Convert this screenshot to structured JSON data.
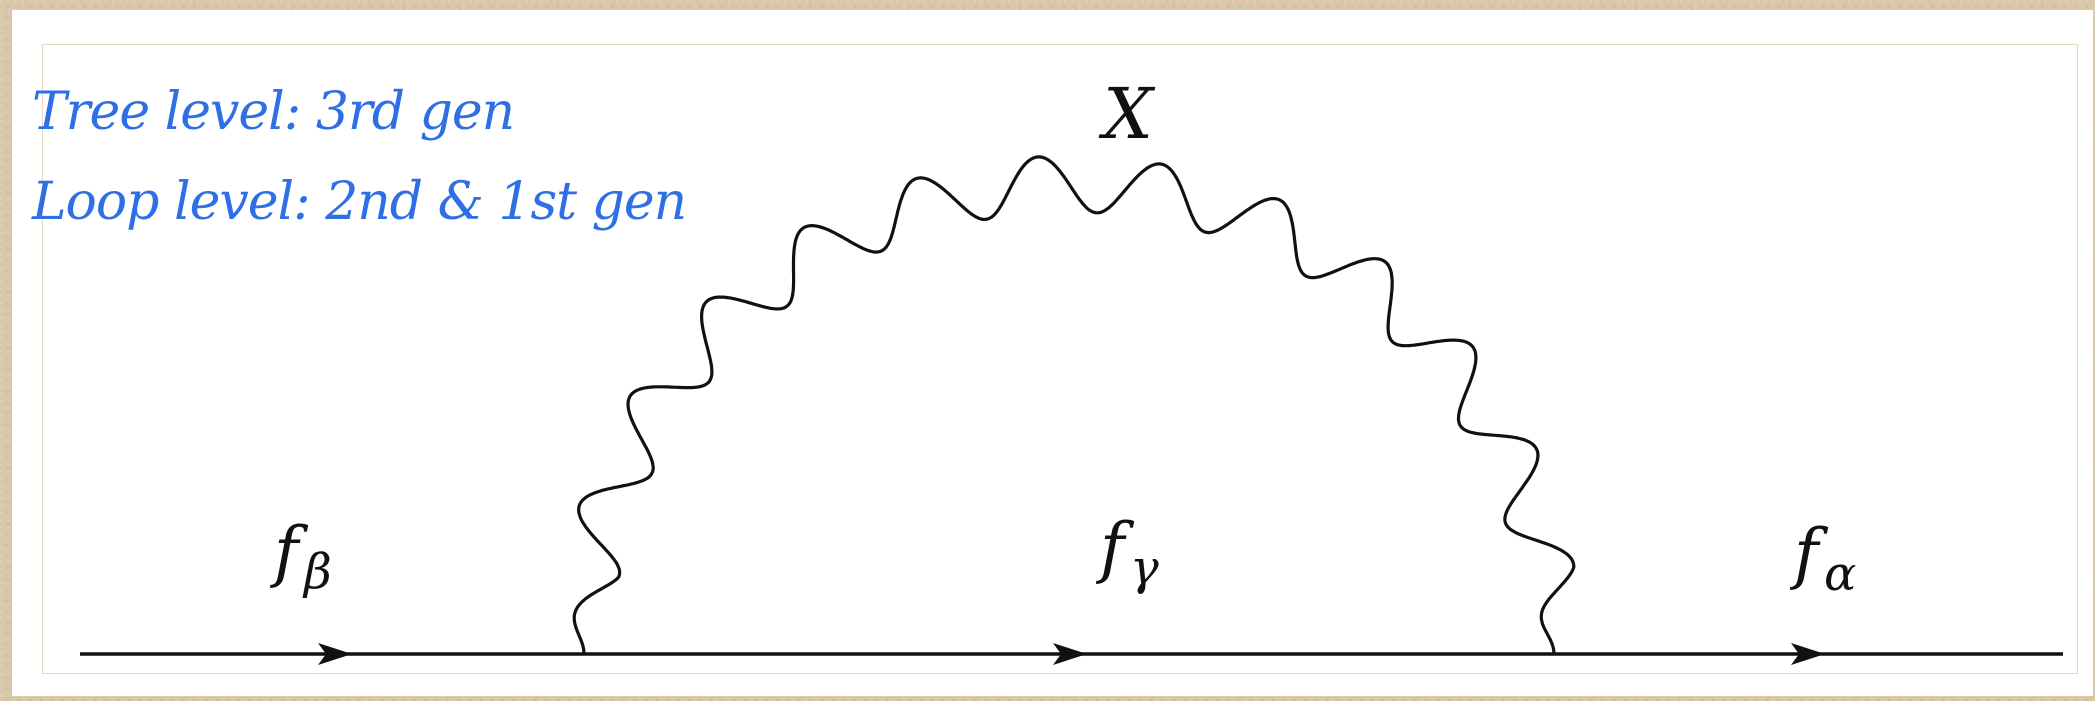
{
  "notes": {
    "line1": "Tree level: 3rd gen",
    "line2": "Loop level: 2nd & 1st gen",
    "color": "#2e6fe6"
  },
  "diagram": {
    "boson_label": "X",
    "fermions": [
      {
        "symbol": "f",
        "subscript": "β"
      },
      {
        "symbol": "f",
        "subscript": "γ"
      },
      {
        "symbol": "f",
        "subscript": "α"
      }
    ],
    "line_color": "#111111"
  }
}
